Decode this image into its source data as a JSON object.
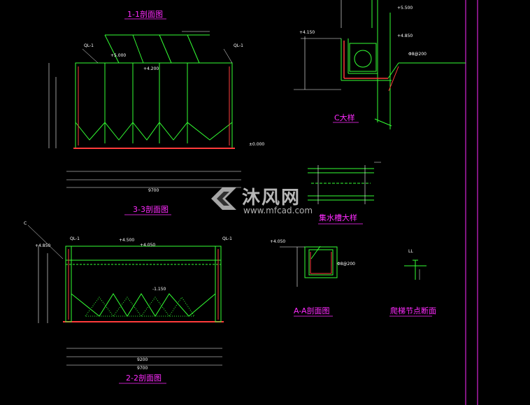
{
  "colors": {
    "background": "#000000",
    "structure": "#33ff33",
    "rebar": "#ff3b3b",
    "dimension": "#ffffff",
    "title": "#ff2bff",
    "accent": "#ffff66",
    "grid": "#ff2bff"
  },
  "titles": {
    "section_1_1": "1-1剖面图",
    "section_3_3": "3-3剖面图",
    "section_2_2": "2-2剖面图",
    "detail_c": "C大样",
    "detail_beam": "集水槽大样",
    "section_a_a": "A-A剖面图",
    "detail_pipe": "爬梯节点断面"
  },
  "labels": {
    "ql_left": "QL-1",
    "ql_right": "QL-1",
    "elev_top": "+5.000",
    "elev_mid": "+4.200",
    "elev_bottom": "±0.000",
    "elev_c_top": "+5.500",
    "elev_c_mid": "+4.850",
    "elev_c_left": "+4.150",
    "elev_22_top": "+4.500",
    "elev_22_mid": "+4.050",
    "elev_22_left": "+4.850",
    "elev_22_inner": "-1.150",
    "elev_aa": "+4.050",
    "rebar_c": "Φ8@200",
    "rebar_aa": "Φ8@200",
    "dim_total_13": "9700",
    "dim_total_22": "9700",
    "dim_mid_22": "9200",
    "c_label": "C",
    "c_label_22": "C",
    "ll_label": "LL"
  }
}
